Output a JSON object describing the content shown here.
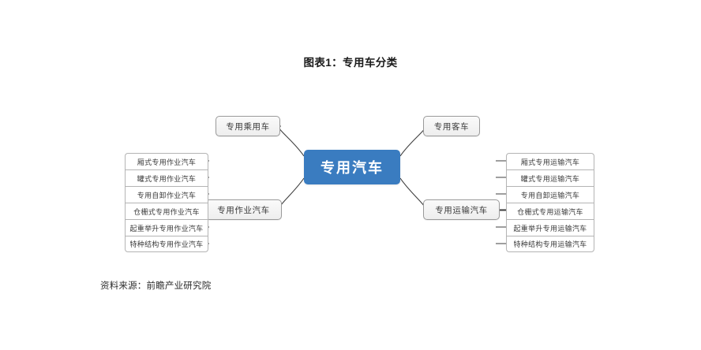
{
  "title": "图表1：专用车分类",
  "source": "资料来源：前瞻产业研究院",
  "colors": {
    "root_fill": "#3a7cc0",
    "root_text": "#ffffff",
    "branch_fill": "#eeeeee",
    "branch_border": "#9a9a9a",
    "leaf_border": "#b4b4b4",
    "connector": "#3f3f3f",
    "background": "#ffffff"
  },
  "diagram": {
    "type": "mind-map",
    "root": {
      "label": "专用汽车"
    },
    "branches": [
      {
        "id": "top-left",
        "label": "专用乘用车",
        "side": "left",
        "leaves": []
      },
      {
        "id": "top-right",
        "label": "专用客车",
        "side": "right",
        "leaves": []
      },
      {
        "id": "bottom-left",
        "label": "专用作业汽车",
        "side": "left",
        "leaves": [
          "厢式专用作业汽车",
          "罐式专用作业汽车",
          "专用自卸作业汽车",
          "仓栅式专用作业汽车",
          "起重举升专用作业汽车",
          "特种结构专用作业汽车"
        ]
      },
      {
        "id": "bottom-right",
        "label": "专用运输汽车",
        "side": "right",
        "leaves": [
          "厢式专用运输汽车",
          "罐式专用运输汽车",
          "专用自卸运输汽车",
          "仓栅式专用运输汽车",
          "起重举升专用运输汽车",
          "特种结构专用运输汽车"
        ]
      }
    ]
  }
}
